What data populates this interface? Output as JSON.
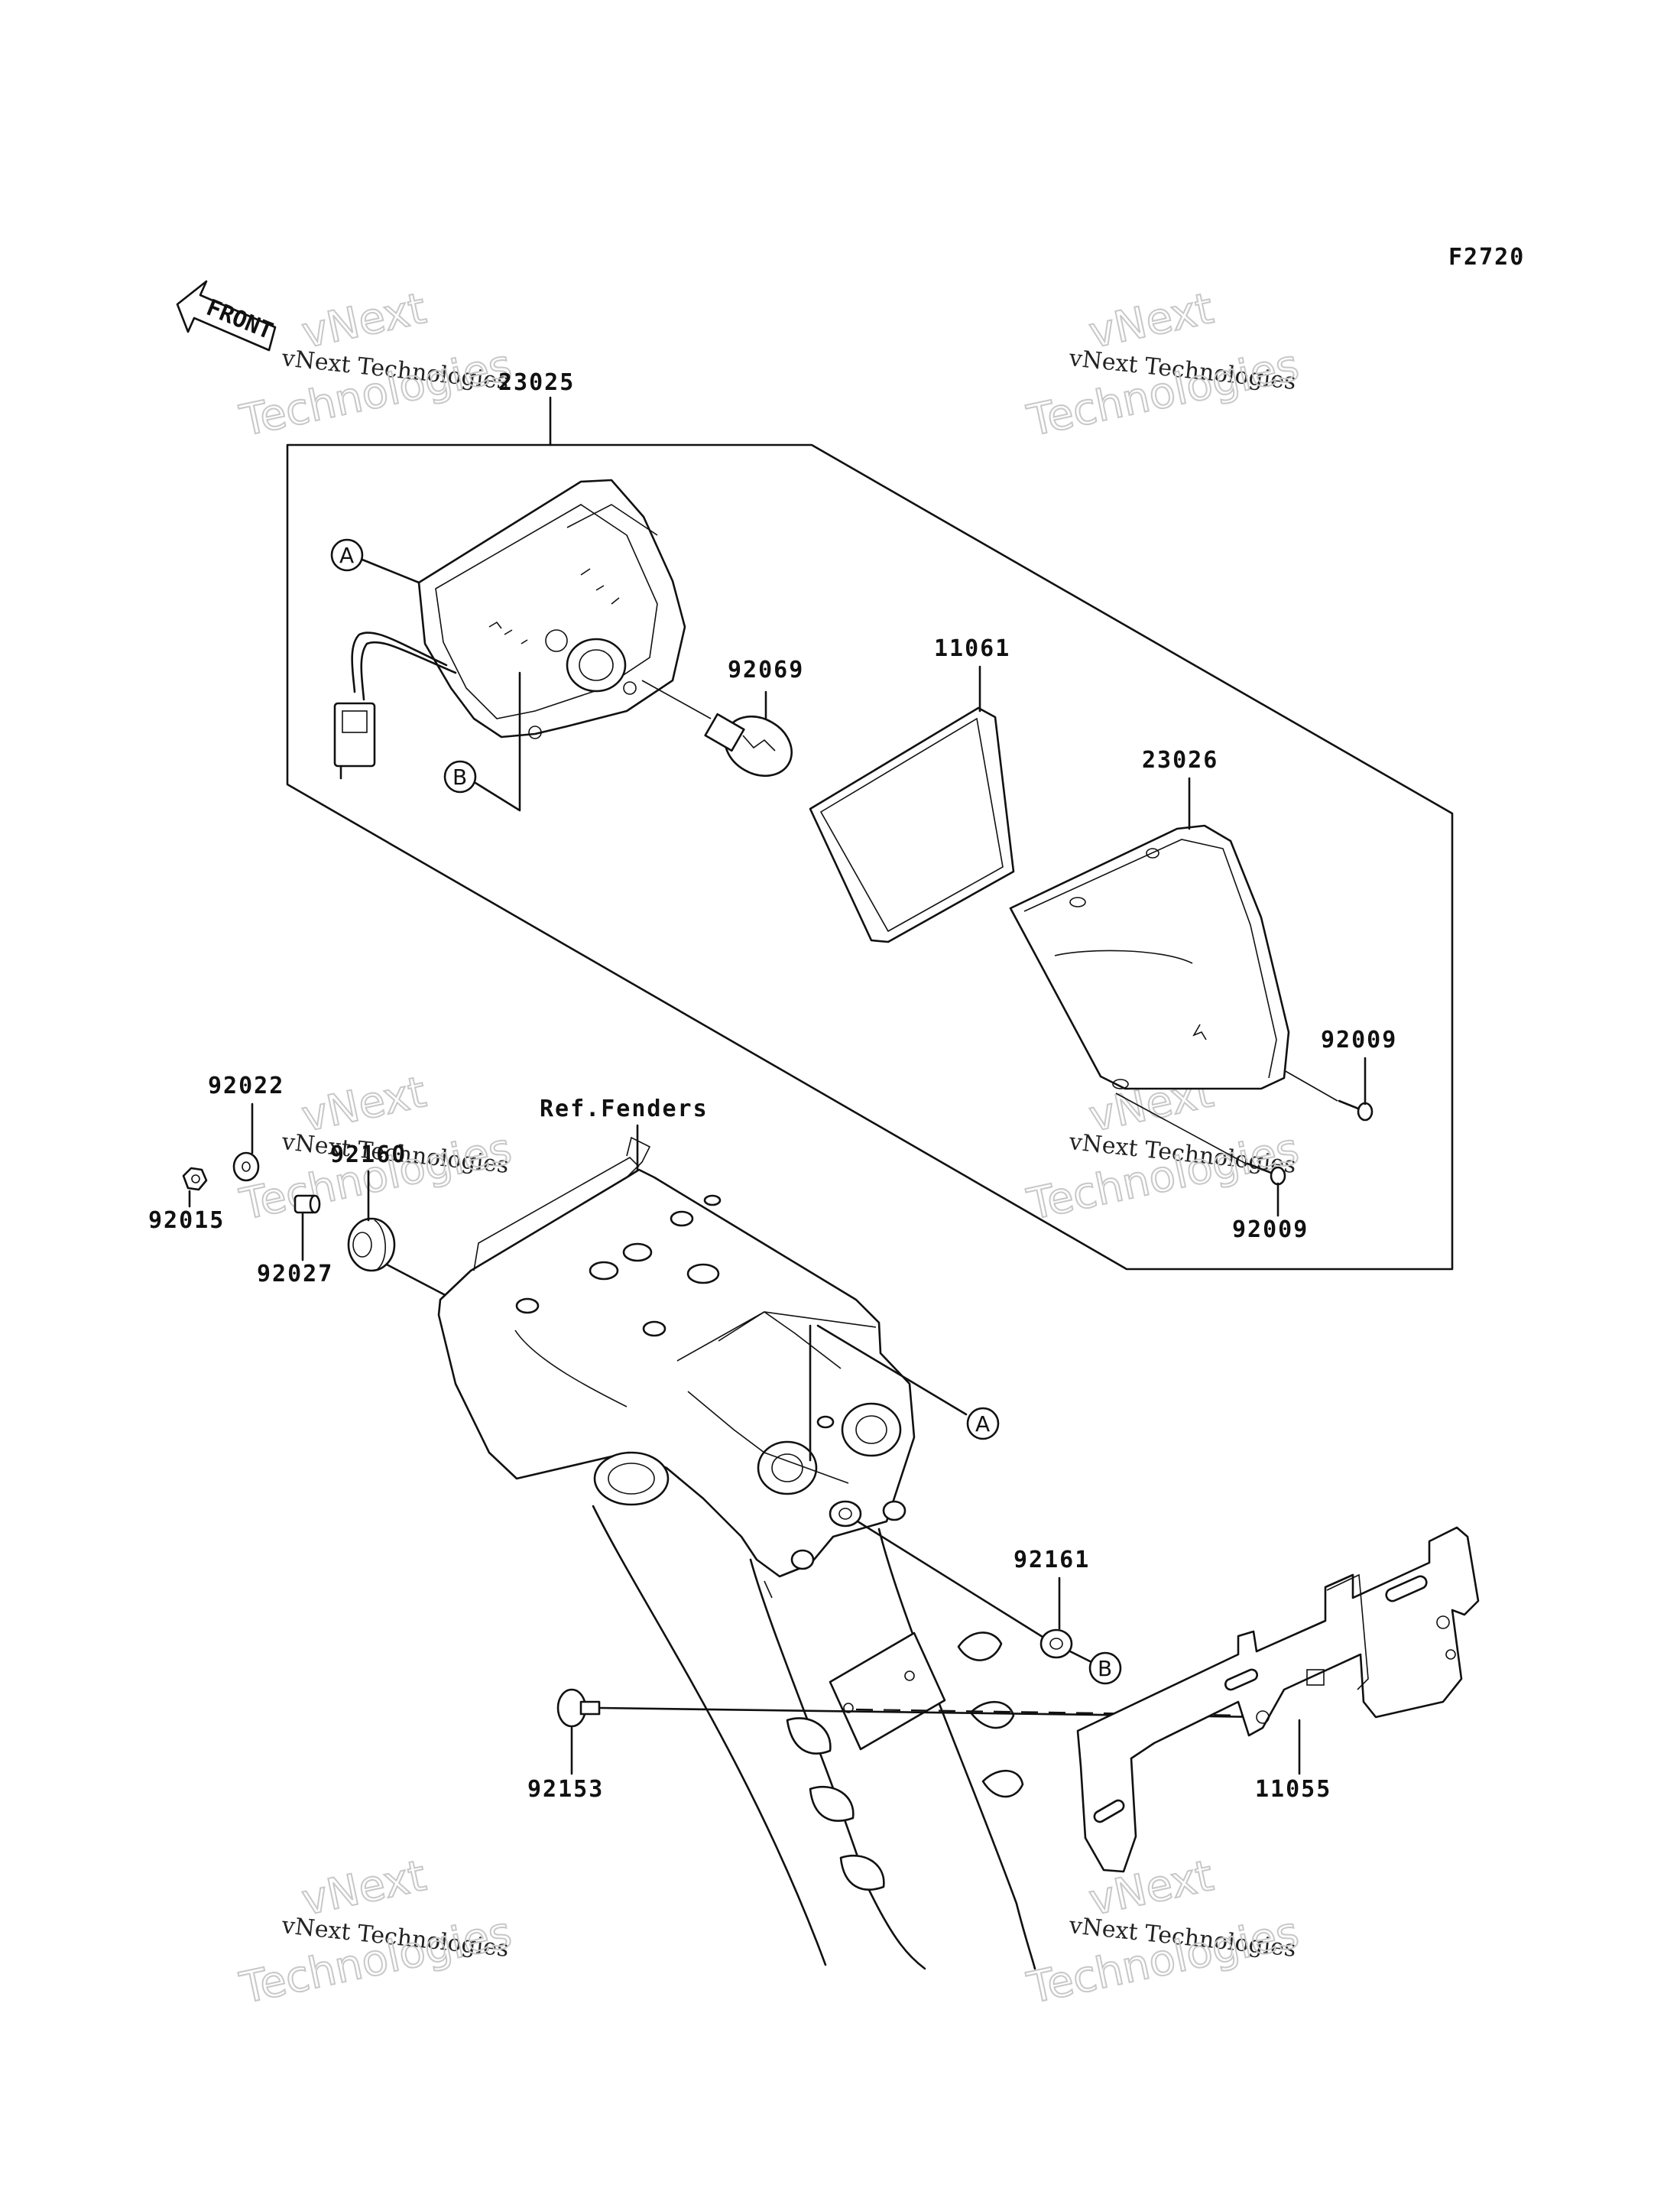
{
  "figure_code": "F2720",
  "front_label": "FRONT",
  "reference_label": "Ref.Fenders",
  "callouts": {
    "a": "A",
    "b": "B"
  },
  "watermark": {
    "line1": "vNext",
    "line2": "vNext Technologies",
    "line3": "Technologies"
  },
  "parts": {
    "p23025": "23025",
    "p23026": "23026",
    "p11061": "11061",
    "p92069": "92069",
    "p92009a": "92009",
    "p92009b": "92009",
    "p92022": "92022",
    "p92015": "92015",
    "p92160": "92160",
    "p92027": "92027",
    "p92161": "92161",
    "p92153": "92153",
    "p11055": "11055"
  }
}
